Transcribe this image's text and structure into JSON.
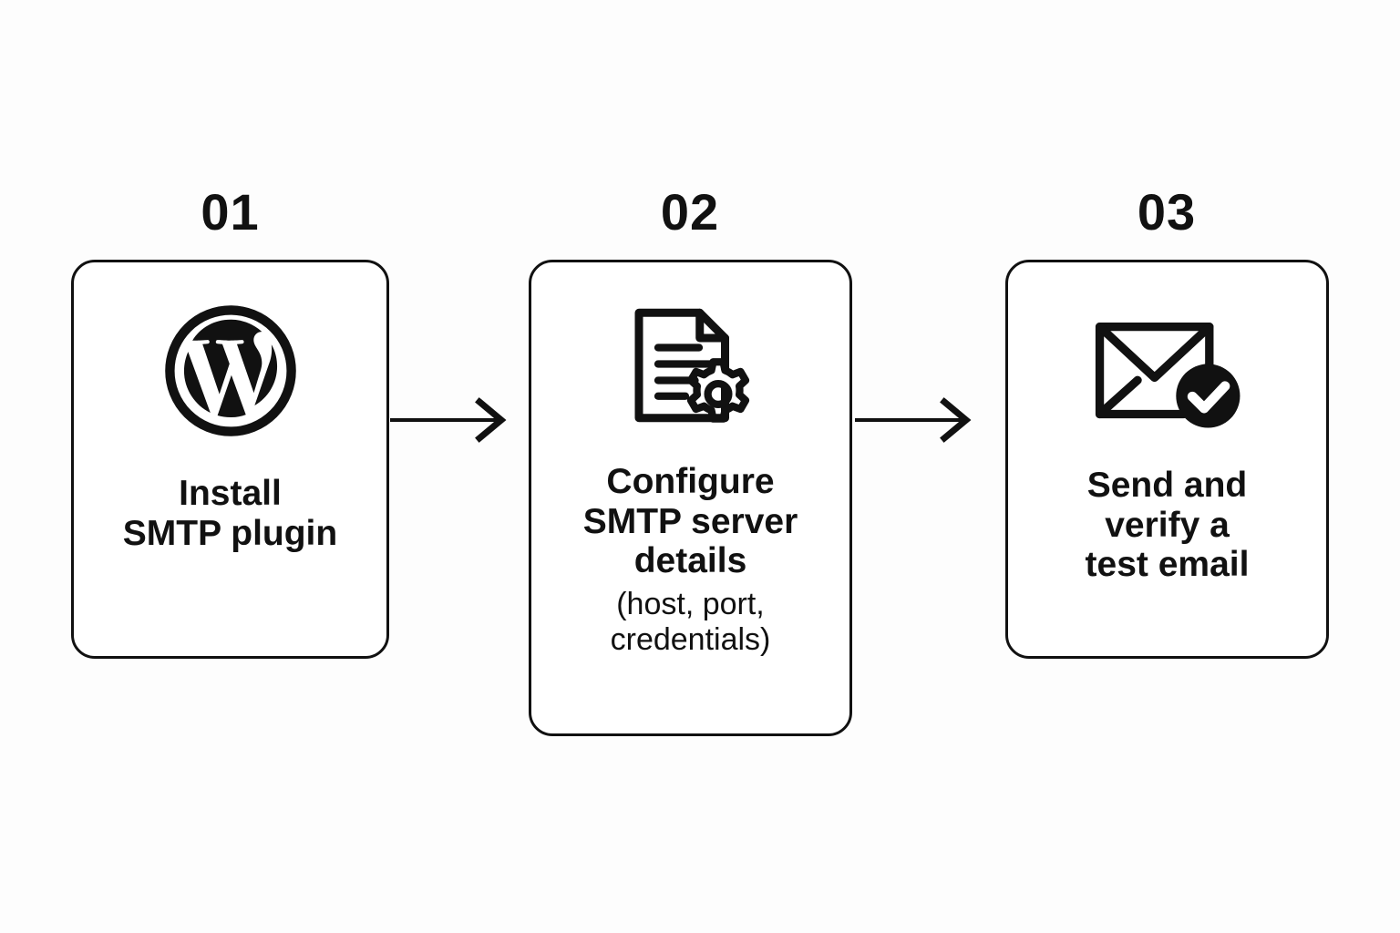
{
  "diagram": {
    "type": "process-flow",
    "orientation": "horizontal",
    "background_color": "#fdfdfd",
    "stroke_color": "#111111",
    "steps": [
      {
        "number": "01",
        "icon": "wordpress-logo-icon",
        "text": "Install\nSMTP plugin",
        "line1": "Install",
        "line2": "SMTP plugin",
        "subtext": ""
      },
      {
        "number": "02",
        "icon": "document-gear-icon",
        "text": "Configure\nSMTP server\ndetails",
        "line1": "Configure",
        "line2": "SMTP server",
        "line3": "details",
        "subtext": "(host, port,\ncredentials)",
        "sub_line1": "(host, port,",
        "sub_line2": "credentials)"
      },
      {
        "number": "03",
        "icon": "envelope-check-icon",
        "text": "Send and\nverify a\ntest email",
        "line1": "Send and",
        "line2": "verify a",
        "line3": "test email",
        "subtext": ""
      }
    ],
    "connectors": [
      {
        "from": "01",
        "to": "02",
        "style": "arrow-right"
      },
      {
        "from": "02",
        "to": "03",
        "style": "arrow-right"
      }
    ]
  }
}
